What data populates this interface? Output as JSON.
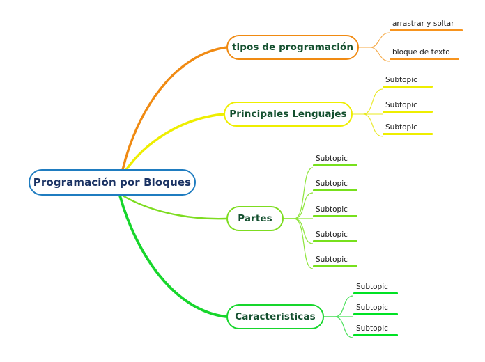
{
  "diagram": {
    "type": "mind-map",
    "background": "#ffffff",
    "central": {
      "label": "Programación por Bloques",
      "border_color": "#1f7cc0",
      "text_color": "#1a3263"
    },
    "branches": [
      {
        "label": "tipos de programación",
        "color": "#f08a12",
        "children": [
          {
            "label": "arrastrar y soltar"
          },
          {
            "label": "bloque de texto"
          }
        ]
      },
      {
        "label": "Principales Lenguajes",
        "color": "#eeee00",
        "children": [
          {
            "label": "Subtopic"
          },
          {
            "label": "Subtopic"
          },
          {
            "label": "Subtopic"
          }
        ]
      },
      {
        "label": "Partes",
        "color": "#7ddc20",
        "children": [
          {
            "label": "Subtopic"
          },
          {
            "label": "Subtopic"
          },
          {
            "label": "Subtopic"
          },
          {
            "label": "Subtopic"
          },
          {
            "label": "Subtopic"
          }
        ]
      },
      {
        "label": "Caracteristicas",
        "color": "#17d62c",
        "children": [
          {
            "label": "Subtopic"
          },
          {
            "label": "Subtopic"
          },
          {
            "label": "Subtopic"
          }
        ]
      }
    ]
  }
}
